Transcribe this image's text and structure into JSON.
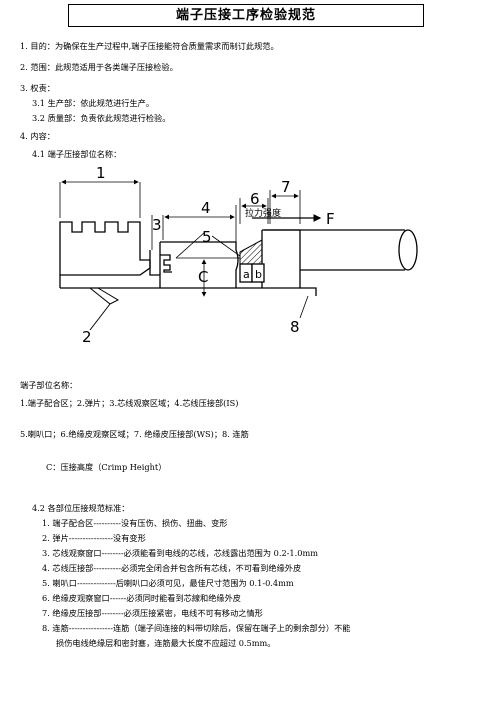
{
  "title": "端子压接工序检验规范",
  "sections": {
    "purpose": "1. 目的：为确保在生产过程中,端子压接能符合质量需求而制订此规范。",
    "scope": "2. 范围：此规范适用于各类端子压接检验。",
    "authority": "3. 权责：",
    "authority_items": [
      "3.1  生产部：依此规范进行生产。",
      "3.2  质量部：负责依此规范进行检验。"
    ],
    "content": "4. 内容：",
    "sub41": "4.1  端子压接部位名称："
  },
  "diagram": {
    "numbers": [
      "1",
      "2",
      "3",
      "4",
      "5",
      "6",
      "7",
      "8"
    ],
    "letter_c": "C",
    "letter_f": "F",
    "letter_a": "a",
    "letter_b": "b",
    "pull_label": "拉力强度"
  },
  "names": {
    "heading": "端子部位名称：",
    "line1": "1.端子配合区；2.弹片；3.芯线观察区域；4.芯线压接部(IS)",
    "line2": "5.喇叭口；6.绝缘皮观察区域；7. 绝缘皮压接部(WS)；8. 连筋",
    "crimp": "C：压接高度（Crimp Height）"
  },
  "standards": {
    "heading": "4.2  各部位压接规范标准：",
    "items": [
      "1.  端子配合区----------没有压伤、损伤、扭曲、变形",
      "2.  弹片----------------没有变形",
      "3.  芯线观察窗口--------必须能看到电线的芯线，芯线露出范围为 0.2-1.0mm",
      "4.  芯线压接部----------必须完全闭合并包含所有芯线，不可看到绝缘外皮",
      "5.  喇叭口--------------后喇叭口必须可见，最佳尺寸范围为 0.1-0.4mm",
      "6.  绝缘皮观察窗口------必须同时能看到芯線和绝缘外皮",
      "7.  绝缘皮压接部--------必须压接紧密，电线不可有移动之情形",
      "8.  连筋----------------连筋（端子间连接的料带切除后，保留在端子上的剩余部分）不能"
    ],
    "item8_cont": "损伤电线绝缘层和密封塞，连筋最大长度不应超过 0.5mm。"
  }
}
